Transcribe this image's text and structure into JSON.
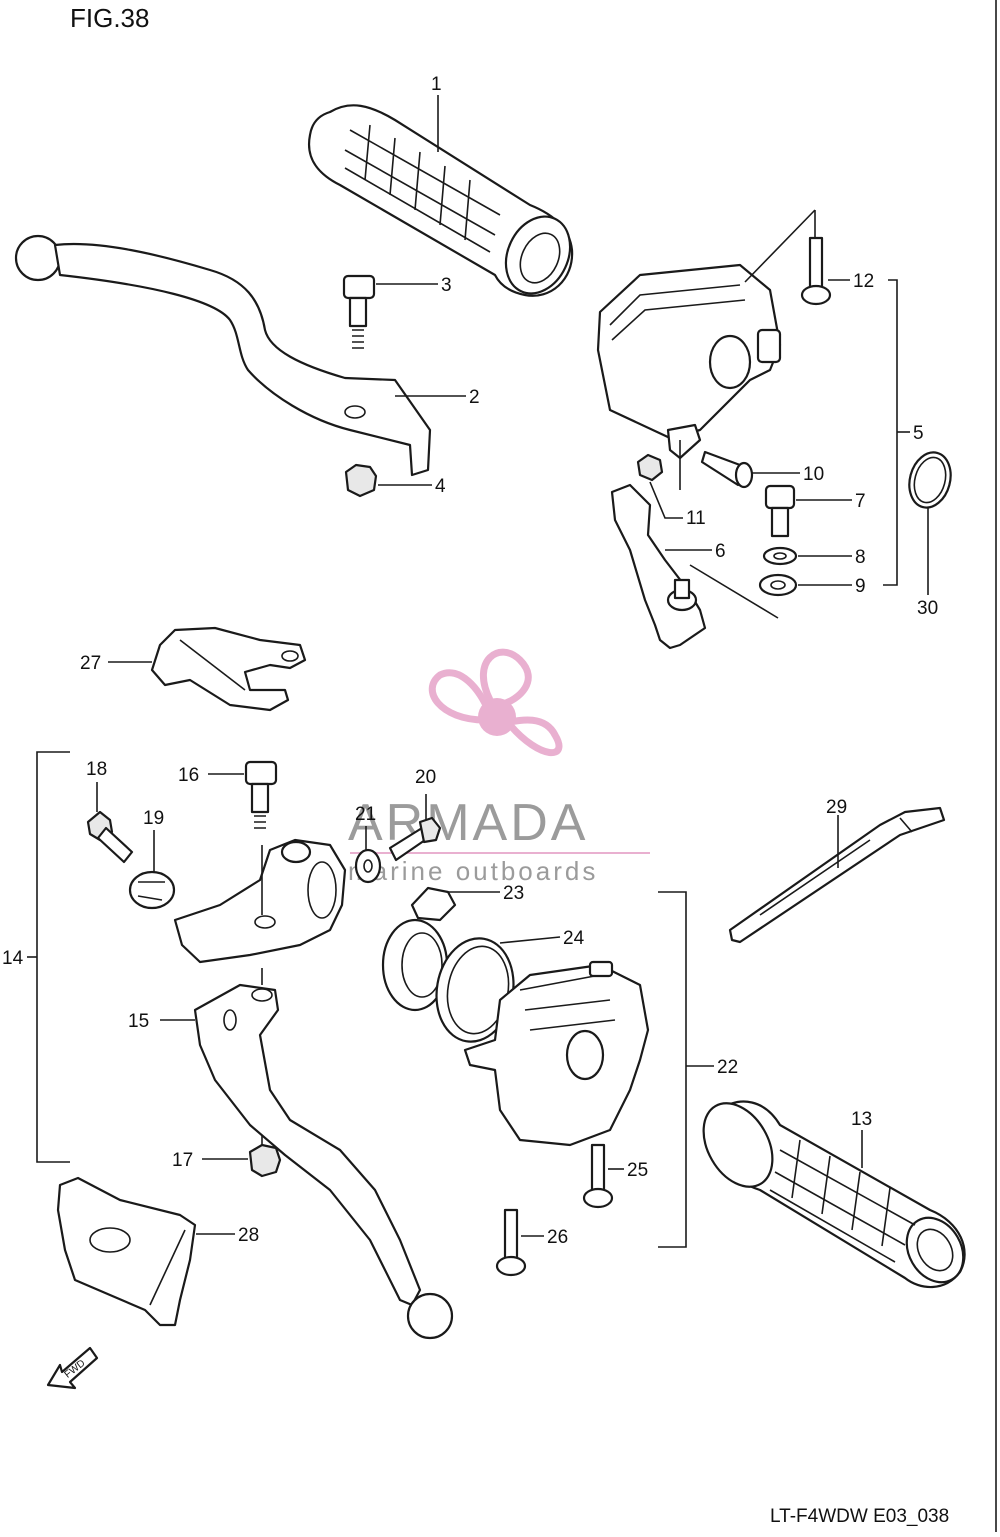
{
  "figure": {
    "title": "FIG.38",
    "code": "LT-F4WDW E03_038"
  },
  "watermark": {
    "brand": "ARMADA",
    "tagline": "marine outboards",
    "color": "#e6a3c8"
  },
  "callouts": {
    "c1": "1",
    "c2": "2",
    "c3": "3",
    "c4": "4",
    "c5": "5",
    "c6": "6",
    "c7": "7",
    "c8": "8",
    "c9": "9",
    "c10": "10",
    "c11": "11",
    "c12": "12",
    "c13": "13",
    "c14": "14",
    "c15": "15",
    "c16": "16",
    "c17": "17",
    "c18": "18",
    "c19": "19",
    "c20": "20",
    "c21": "21",
    "c22": "22",
    "c23": "23",
    "c24": "24",
    "c25": "25",
    "c26": "26",
    "c27": "27",
    "c28": "28",
    "c29": "29",
    "c30": "30"
  },
  "fwd_arrow": {
    "label": "FWD"
  }
}
